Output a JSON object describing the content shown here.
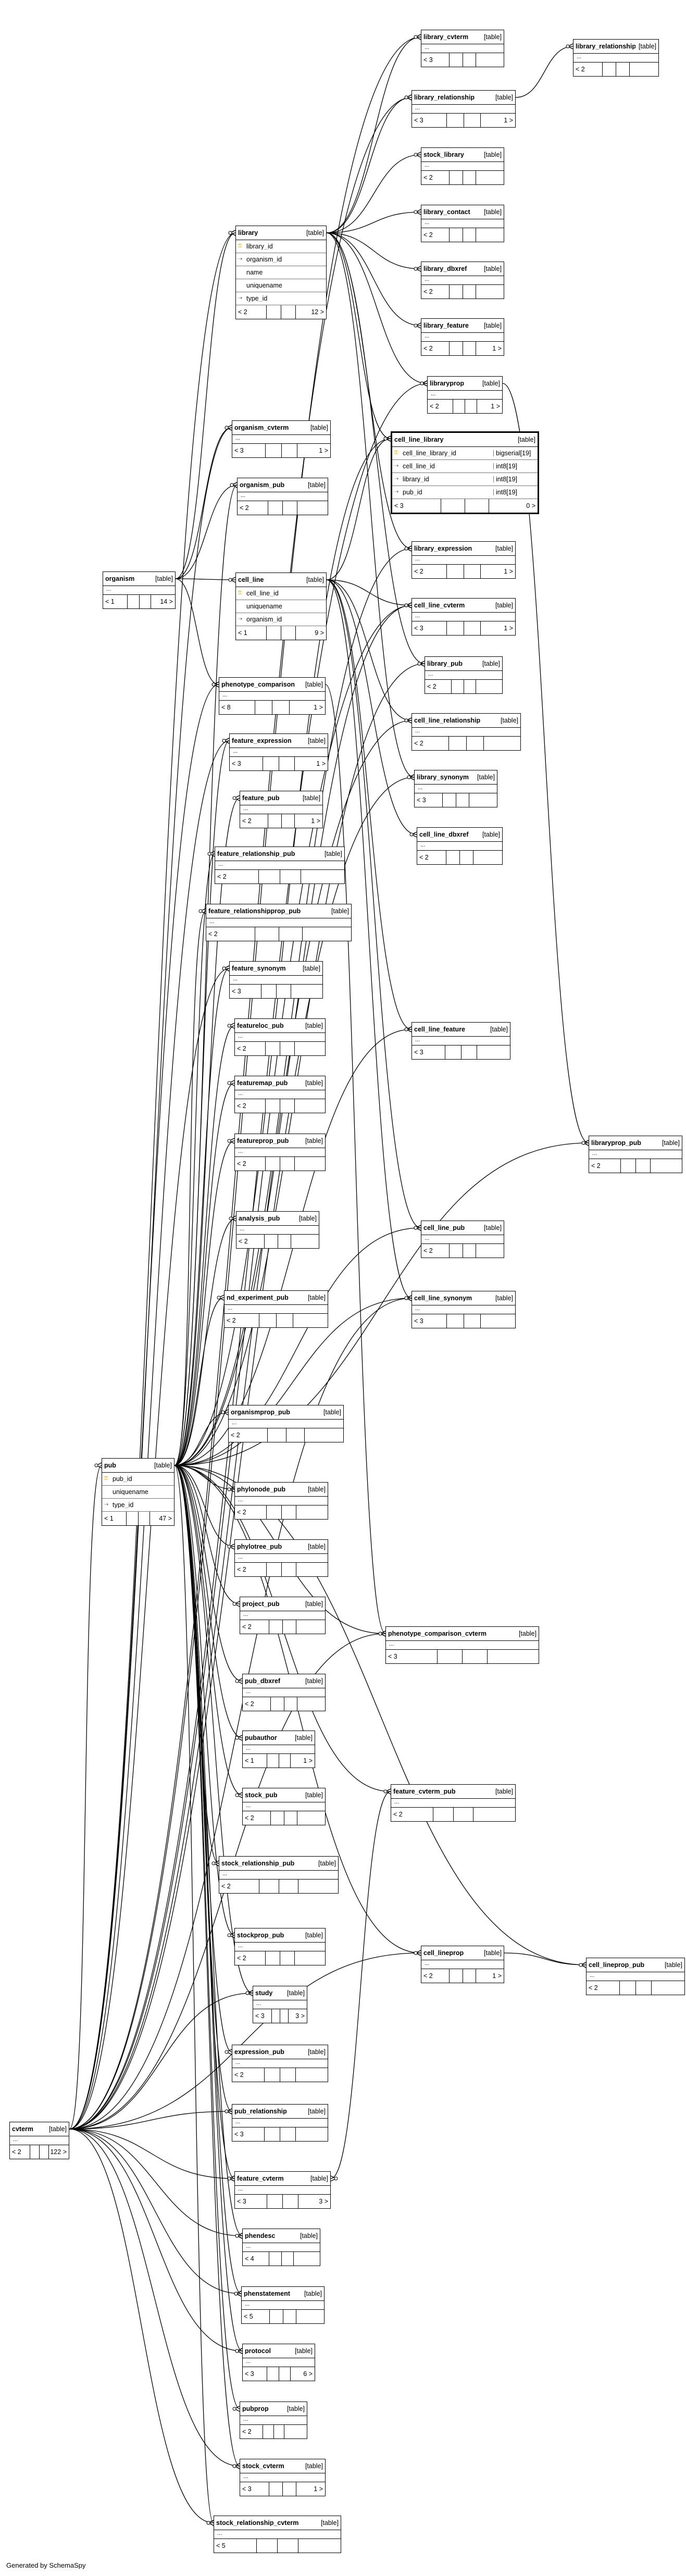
{
  "footer": "Generated by SchemaSpy",
  "kind_label": "[table]",
  "ellipsis": "...",
  "tables": [
    {
      "name": "library_cvterm",
      "parents": "< 3",
      "children": ""
    },
    {
      "name": "library_relationship_pub",
      "parents": "< 2",
      "children": ""
    },
    {
      "name": "library_relationship",
      "parents": "< 3",
      "children": "1 >"
    },
    {
      "name": "stock_library",
      "parents": "< 2",
      "children": ""
    },
    {
      "name": "library",
      "columns": [
        {
          "key": "pk",
          "name": "library_id"
        },
        {
          "key": "fk",
          "name": "organism_id"
        },
        {
          "key": "",
          "name": "name"
        },
        {
          "key": "",
          "name": "uniquename"
        },
        {
          "key": "fk",
          "name": "type_id"
        }
      ],
      "parents": "< 2",
      "children": "12 >"
    },
    {
      "name": "library_contact",
      "parents": "< 2",
      "children": ""
    },
    {
      "name": "library_dbxref",
      "parents": "< 2",
      "children": ""
    },
    {
      "name": "library_feature",
      "parents": "< 2",
      "children": "1 >"
    },
    {
      "name": "libraryprop",
      "parents": "< 2",
      "children": "1 >"
    },
    {
      "name": "cell_line_library",
      "focus": true,
      "columns": [
        {
          "key": "pk",
          "name": "cell_line_library_id",
          "type": "bigserial[19]"
        },
        {
          "key": "fk",
          "name": "cell_line_id",
          "type": "int8[19]"
        },
        {
          "key": "fk",
          "name": "library_id",
          "type": "int8[19]"
        },
        {
          "key": "fk",
          "name": "pub_id",
          "type": "int8[19]"
        }
      ],
      "parents": "< 3",
      "children": "0 >"
    },
    {
      "name": "organism_cvterm",
      "parents": "< 3",
      "children": "1 >"
    },
    {
      "name": "organism_pub",
      "parents": "< 2",
      "children": ""
    },
    {
      "name": "organism",
      "parents": "< 1",
      "children": "14 >"
    },
    {
      "name": "library_expression",
      "parents": "< 2",
      "children": "1 >"
    },
    {
      "name": "cell_line",
      "columns": [
        {
          "key": "pk",
          "name": "cell_line_id"
        },
        {
          "key": "",
          "name": "uniquename"
        },
        {
          "key": "fk",
          "name": "organism_id"
        }
      ],
      "parents": "< 1",
      "children": "9 >"
    },
    {
      "name": "cell_line_cvterm",
      "parents": "< 3",
      "children": "1 >"
    },
    {
      "name": "library_pub",
      "parents": "< 2",
      "children": ""
    },
    {
      "name": "phenotype_comparison",
      "parents": "< 8",
      "children": "1 >"
    },
    {
      "name": "cell_line_relationship",
      "parents": "< 2",
      "children": ""
    },
    {
      "name": "feature_expression",
      "parents": "< 3",
      "children": "1 >"
    },
    {
      "name": "library_synonym",
      "parents": "< 3",
      "children": ""
    },
    {
      "name": "feature_pub",
      "parents": "< 2",
      "children": "1 >"
    },
    {
      "name": "cell_line_dbxref",
      "parents": "< 2",
      "children": ""
    },
    {
      "name": "feature_relationship_pub",
      "parents": "< 2",
      "children": ""
    },
    {
      "name": "feature_relationshipprop_pub",
      "parents": "< 2",
      "children": ""
    },
    {
      "name": "feature_synonym",
      "parents": "< 3",
      "children": ""
    },
    {
      "name": "featureloc_pub",
      "parents": "< 2",
      "children": ""
    },
    {
      "name": "cell_line_feature",
      "parents": "< 3",
      "children": ""
    },
    {
      "name": "featuremap_pub",
      "parents": "< 2",
      "children": ""
    },
    {
      "name": "featureprop_pub",
      "parents": "< 2",
      "children": ""
    },
    {
      "name": "libraryprop_pub",
      "parents": "< 2",
      "children": ""
    },
    {
      "name": "analysis_pub",
      "parents": "< 2",
      "children": ""
    },
    {
      "name": "cell_line_pub",
      "parents": "< 2",
      "children": ""
    },
    {
      "name": "nd_experiment_pub",
      "parents": "< 2",
      "children": ""
    },
    {
      "name": "cell_line_synonym",
      "parents": "< 3",
      "children": ""
    },
    {
      "name": "organismprop_pub",
      "parents": "< 2",
      "children": ""
    },
    {
      "name": "pub",
      "columns": [
        {
          "key": "pk",
          "name": "pub_id"
        },
        {
          "key": "",
          "name": "uniquename"
        },
        {
          "key": "fk",
          "name": "type_id"
        }
      ],
      "parents": "< 1",
      "children": "47 >"
    },
    {
      "name": "phylonode_pub",
      "parents": "< 2",
      "children": ""
    },
    {
      "name": "phylotree_pub",
      "parents": "< 2",
      "children": ""
    },
    {
      "name": "project_pub",
      "parents": "< 2",
      "children": ""
    },
    {
      "name": "phenotype_comparison_cvterm",
      "parents": "< 3",
      "children": ""
    },
    {
      "name": "pub_dbxref",
      "parents": "< 2",
      "children": ""
    },
    {
      "name": "pubauthor",
      "parents": "< 1",
      "children": "1 >"
    },
    {
      "name": "feature_cvterm_pub",
      "parents": "< 2",
      "children": ""
    },
    {
      "name": "stock_pub",
      "parents": "< 2",
      "children": ""
    },
    {
      "name": "stock_relationship_pub",
      "parents": "< 2",
      "children": ""
    },
    {
      "name": "stockprop_pub",
      "parents": "< 2",
      "children": ""
    },
    {
      "name": "cell_lineprop",
      "parents": "< 2",
      "children": "1 >"
    },
    {
      "name": "study",
      "parents": "< 3",
      "children": "3 >"
    },
    {
      "name": "cell_lineprop_pub",
      "parents": "< 2",
      "children": ""
    },
    {
      "name": "expression_pub",
      "parents": "< 2",
      "children": ""
    },
    {
      "name": "cvterm",
      "parents": "< 2",
      "children": "122 >"
    },
    {
      "name": "pub_relationship",
      "parents": "< 3",
      "children": ""
    },
    {
      "name": "feature_cvterm",
      "parents": "< 3",
      "children": "3 >"
    },
    {
      "name": "phendesc",
      "parents": "< 4",
      "children": ""
    },
    {
      "name": "phenstatement",
      "parents": "< 5",
      "children": ""
    },
    {
      "name": "protocol",
      "parents": "< 3",
      "children": "6 >"
    },
    {
      "name": "pubprop",
      "parents": "< 2",
      "children": ""
    },
    {
      "name": "stock_cvterm",
      "parents": "< 3",
      "children": "1 >"
    },
    {
      "name": "stock_relationship_cvterm",
      "parents": "< 5",
      "children": ""
    }
  ]
}
